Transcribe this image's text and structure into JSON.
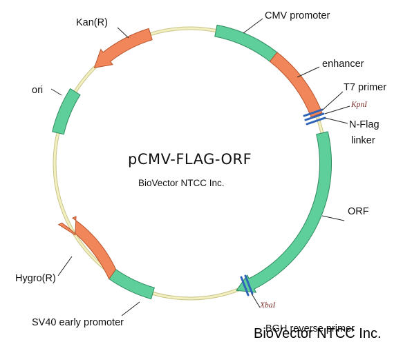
{
  "plasmid": {
    "name": "pCMV-FLAG-ORF",
    "company": "BioVector NTCC Inc."
  },
  "features": {
    "cmv_promoter": "CMV promoter",
    "enhancer": "enhancer",
    "t7_primer": "T7 primer",
    "kpni": "KpnI",
    "n_flag": "N-Flag",
    "linker": "linker",
    "orf": "ORF",
    "xbai": "XbaI",
    "bgh": "BGH reverse primer",
    "sv40": "SV40 early promoter",
    "hygro": "Hygro(R)",
    "ori": "ori",
    "kan": "Kan(R)"
  },
  "watermark": "BioVector NTCC Inc.",
  "colors": {
    "backbone": "#f2efc0",
    "backbone_edge": "#c8c48a",
    "green": "#5ecf9a",
    "green_edge": "#2e8a5f",
    "orange": "#f0865a",
    "orange_edge": "#b8542c",
    "site_mark": "#2f64b8"
  }
}
